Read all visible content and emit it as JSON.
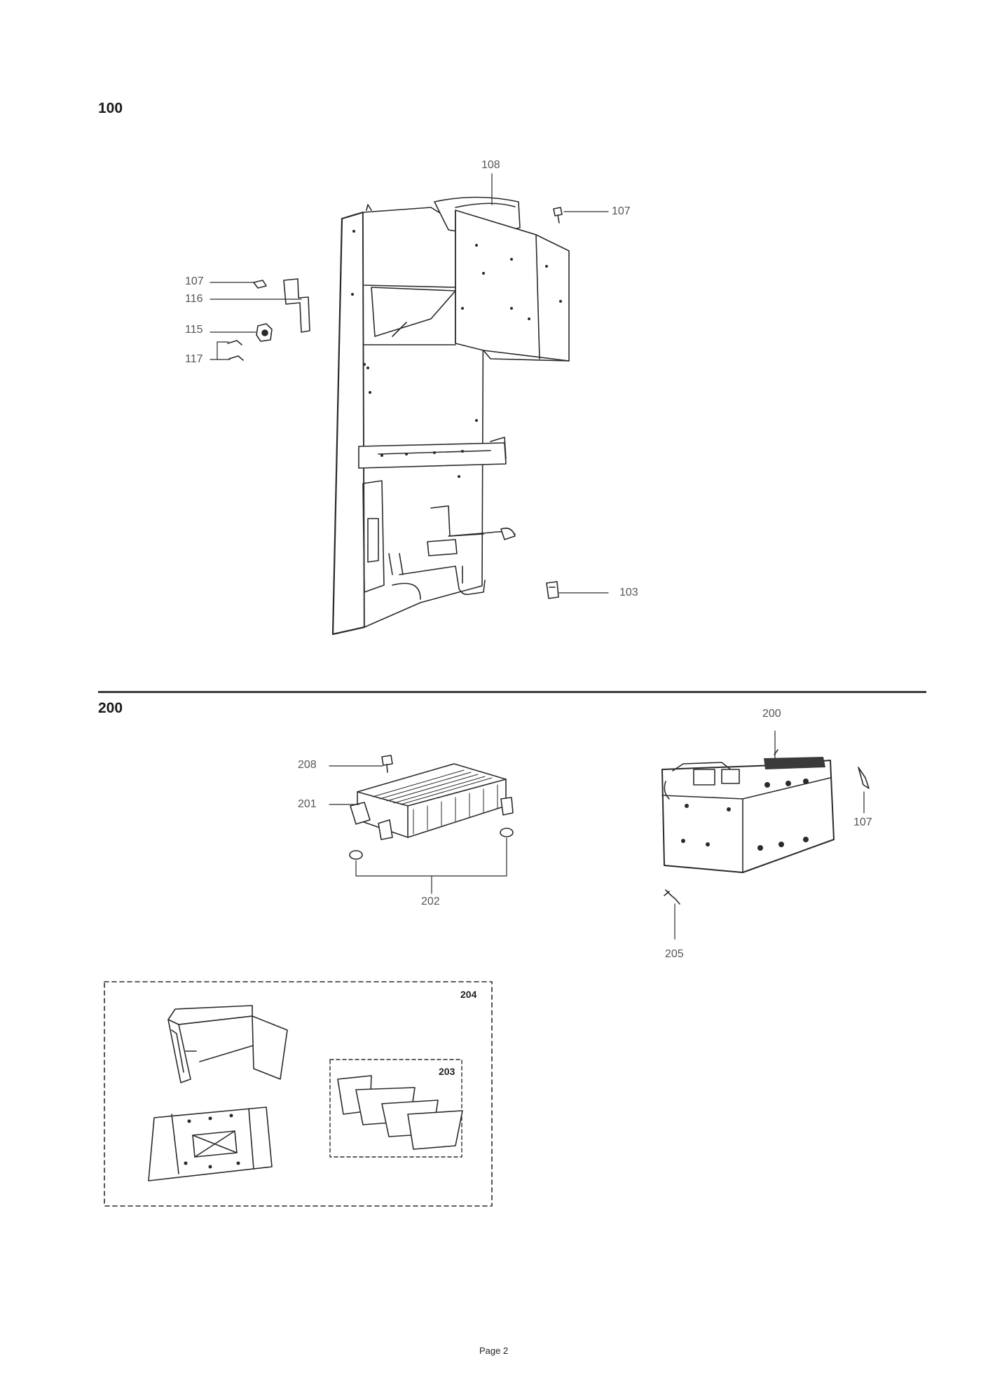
{
  "sections": {
    "s100": {
      "title": "100"
    },
    "s200": {
      "title": "200"
    }
  },
  "callouts": {
    "c108": "108",
    "c107_top": "107",
    "c107_left": "107",
    "c116": "116",
    "c115": "115",
    "c117": "117",
    "c103": "103",
    "c200": "200",
    "c208": "208",
    "c201": "201",
    "c202": "202",
    "c107_right": "107",
    "c205": "205",
    "c204": "204",
    "c203": "203"
  },
  "footer": {
    "page": "Page 2"
  }
}
